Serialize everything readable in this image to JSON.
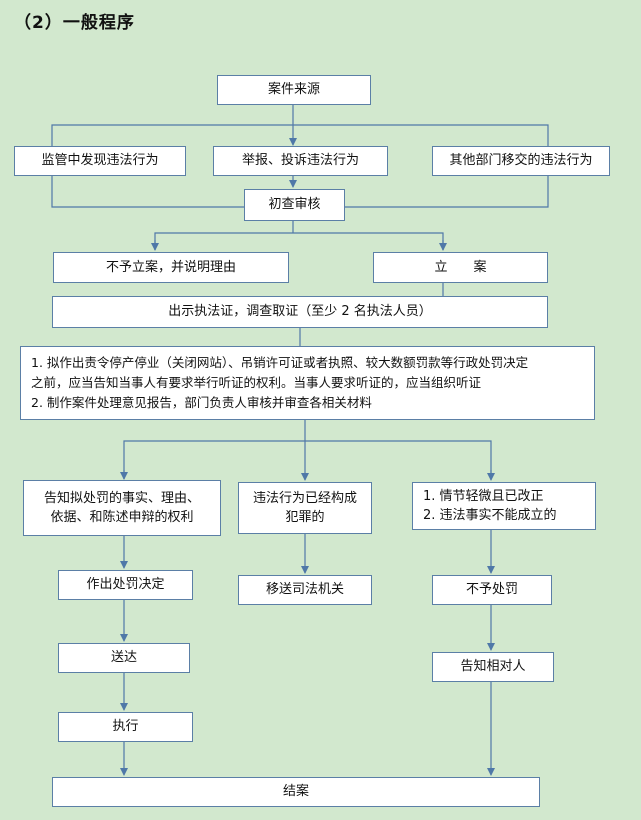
{
  "title": "（2）一般程序",
  "colors": {
    "background": "#d2e8ce",
    "box_border": "#5b7fa6",
    "connector": "#4f78a8"
  },
  "nodes": {
    "source": "案件来源",
    "found_in_supervision": "监管中发现违法行为",
    "report_complaint": "举报、投诉违法行为",
    "other_dept_transfer": "其他部门移交的违法行为",
    "preliminary_review": "初查审核",
    "not_filed": "不予立案，并说明理由",
    "filed": "立　　案",
    "show_certificate": "出示执法证，调查取证（至少 2 名执法人员）",
    "decision_notes": [
      "1. 拟作出责令停产停业（关闭网站）、吊销许可证或者执照、较大数额罚款等行政处罚决定",
      "之前，应当告知当事人有要求举行听证的权利。当事人要求听证的，应当组织听证",
      "2. 制作案件处理意见报告，部门负责人审核并审查各相关材料"
    ],
    "notify_rights": [
      "告知拟处罚的事实、理由、",
      "依据、和陈述申辩的权利"
    ],
    "crime_constituted": [
      "违法行为已经构成",
      "犯罪的"
    ],
    "minor_conditions": [
      "1. 情节轻微且已改正",
      "2. 违法事实不能成立的"
    ],
    "make_decision": "作出处罚决定",
    "transfer_judicial": "移送司法机关",
    "no_penalty": "不予处罚",
    "deliver": "送达",
    "notify_party": "告知相对人",
    "execute": "执行",
    "close_case": "结案"
  }
}
